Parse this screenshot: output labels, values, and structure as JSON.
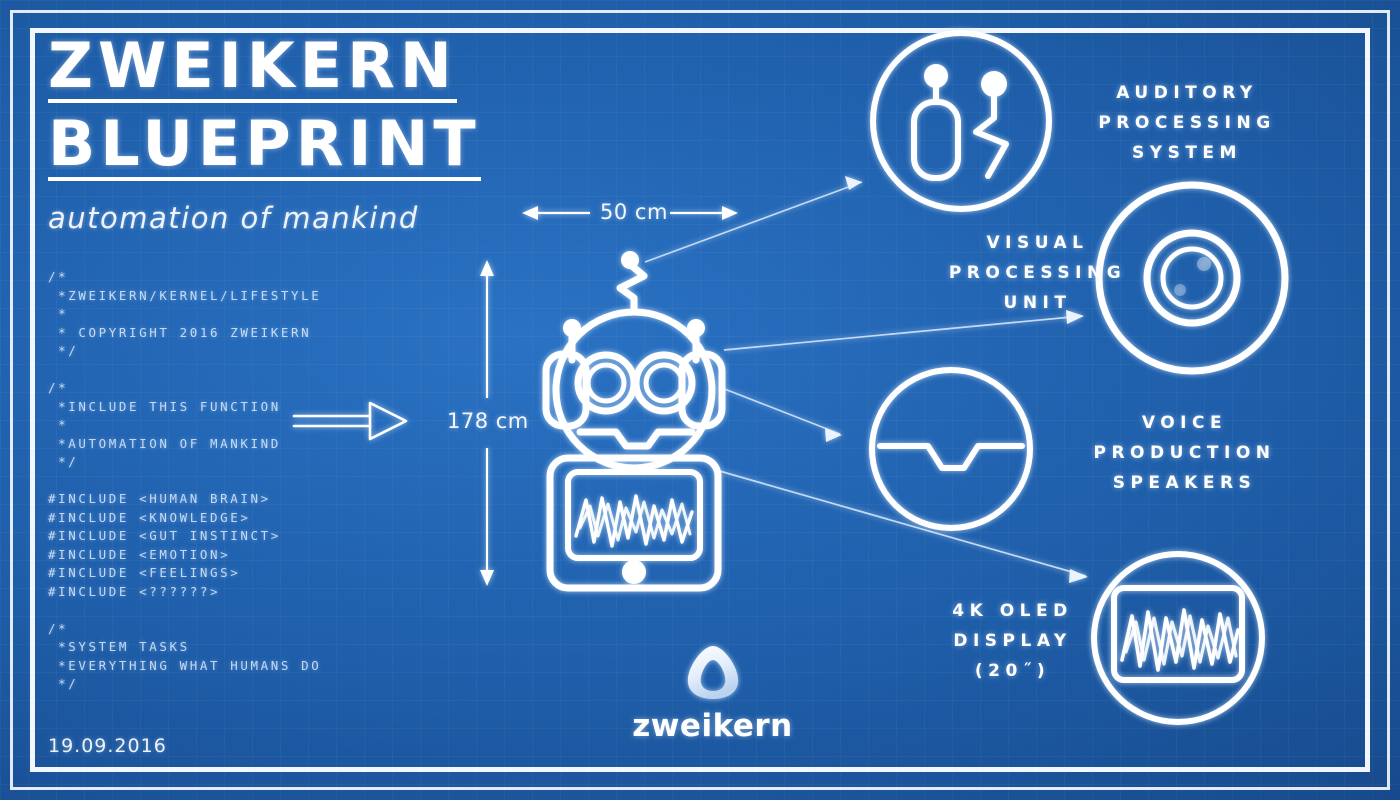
{
  "document": {
    "title_line1": "ZWEIKERN",
    "title_line2": "BLUEPRINT",
    "subtitle": "automation of mankind",
    "date": "19.09.2016",
    "background_color": "#1d5ba4",
    "ink_color": "#ffffff"
  },
  "code_block": {
    "lines": [
      "/*",
      " *ZWEIKERN/KERNEL/LIFESTYLE",
      " *",
      " * COPYRIGHT 2016 ZWEIKERN",
      " */",
      "",
      "/*",
      " *INCLUDE THIS FUNCTION",
      " *",
      " *AUTOMATION OF MANKIND",
      " */",
      "",
      "#INCLUDE <HUMAN BRAIN>",
      "#INCLUDE <KNOWLEDGE>",
      "#INCLUDE <GUT INSTINCT>",
      "#INCLUDE <EMOTION>",
      "#INCLUDE <FEELINGS>",
      "#INCLUDE <??????>",
      "",
      "/*",
      " *SYSTEM TASKS",
      " *EVERYTHING WHAT HUMANS DO",
      " */"
    ]
  },
  "dimensions": {
    "width_label": "50 cm",
    "height_label": "178 cm"
  },
  "callouts": [
    {
      "id": "auditory",
      "label": "AUDITORY\nPROCESSING\nSYSTEM"
    },
    {
      "id": "visual",
      "label": "VISUAL\nPROCESSING\nUNIT"
    },
    {
      "id": "voice",
      "label": "VOICE\nPRODUCTION\nSPEAKERS"
    },
    {
      "id": "display",
      "label": "4K OLED\nDISPLAY\n(20˝)"
    }
  ],
  "logo": {
    "wordmark": "zweikern",
    "mark": "rounded-triangle-trefoil"
  },
  "figure": {
    "name": "robot-blueprint",
    "parts": [
      "antenna",
      "head",
      "eye-left",
      "eye-right",
      "ear-left",
      "ear-right",
      "mouth",
      "body-screen",
      "body-button"
    ]
  }
}
